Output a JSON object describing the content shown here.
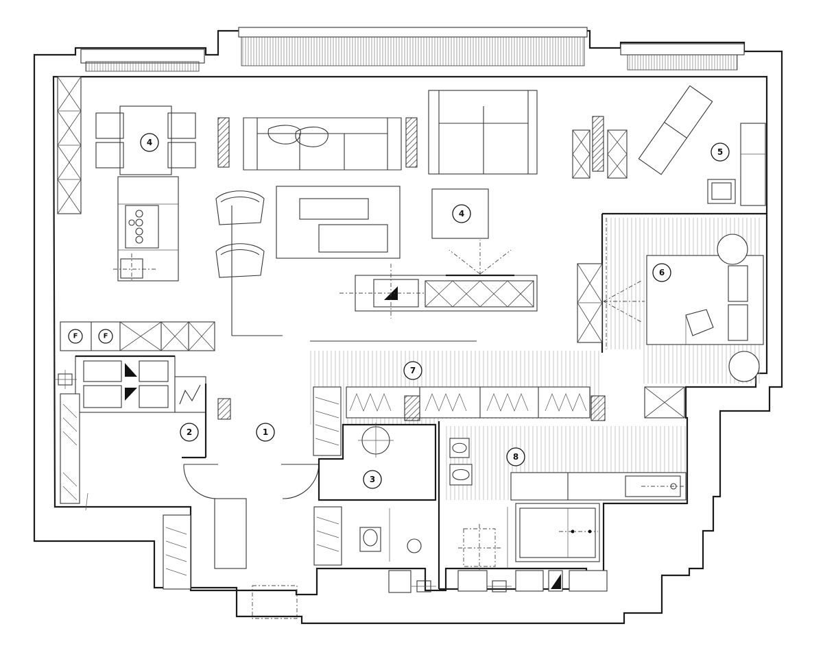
{
  "room_labels": [
    "4",
    "4",
    "5",
    "6",
    "7",
    "2",
    "1",
    "3",
    "8"
  ],
  "appliance_labels": [
    "F",
    "F"
  ]
}
